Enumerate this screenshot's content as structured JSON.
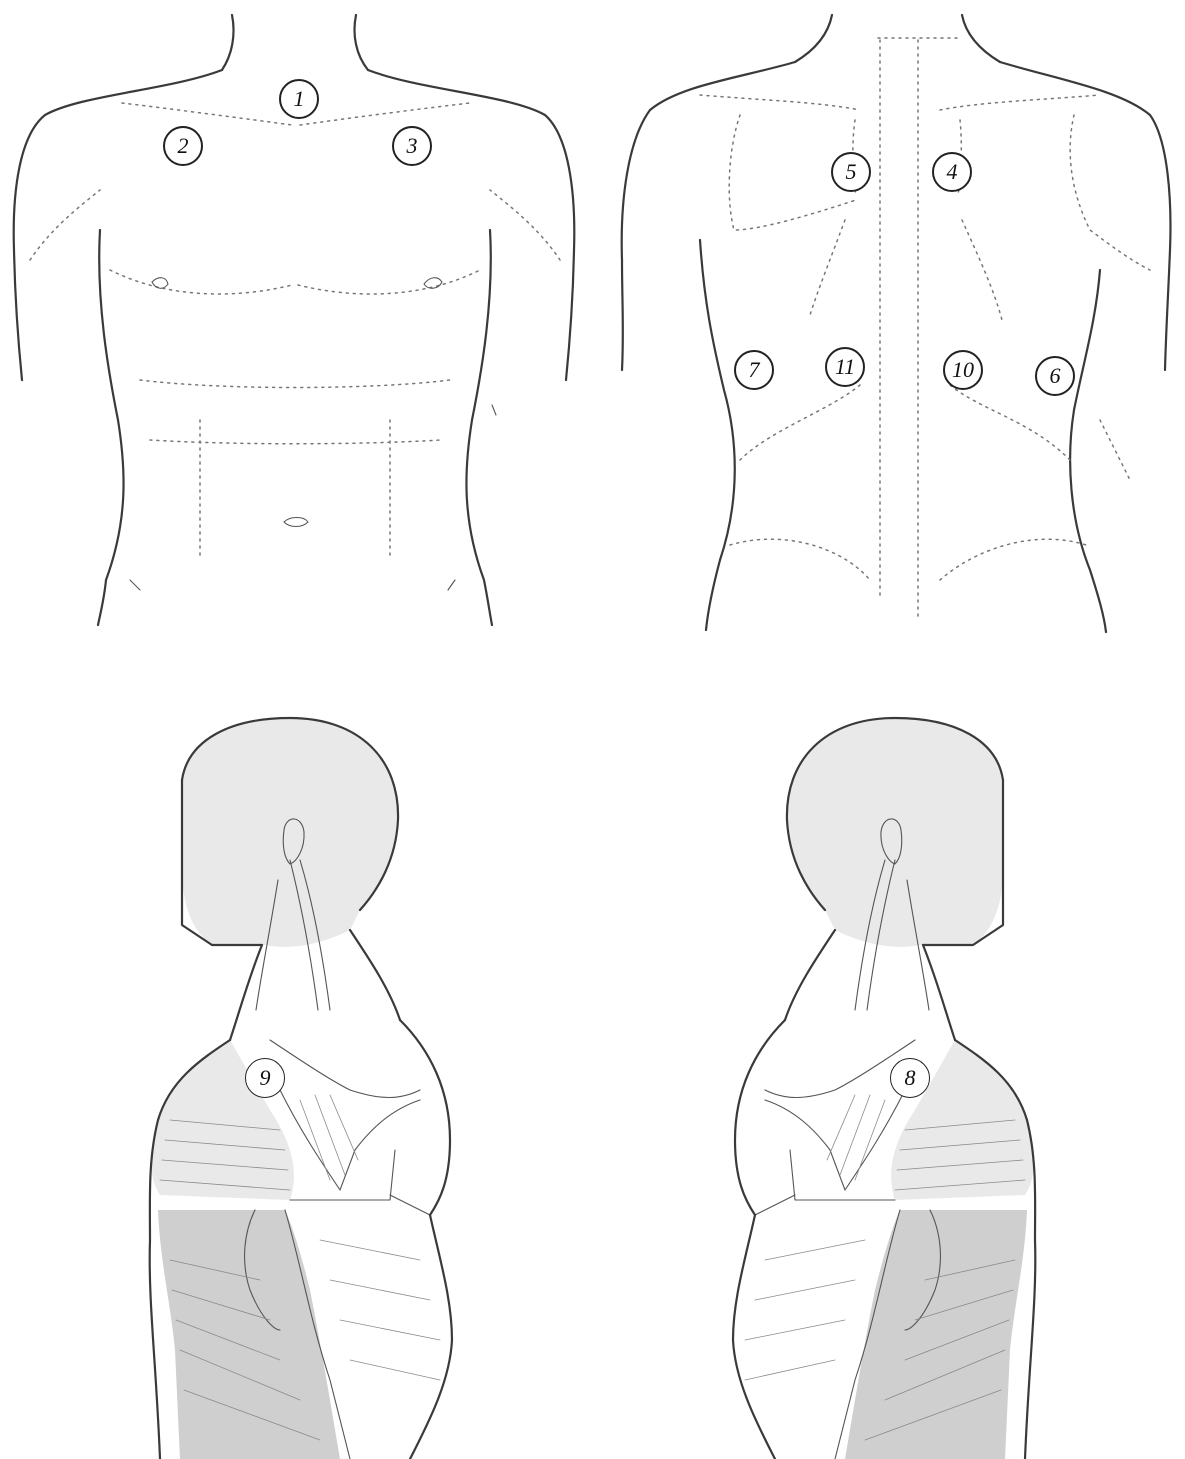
{
  "markers": {
    "m1": "1",
    "m2": "2",
    "m3": "3",
    "m4": "4",
    "m5": "5",
    "m6": "6",
    "m7": "7",
    "m8": "8",
    "m9": "9",
    "m10": "10",
    "m11": "11"
  },
  "colors": {
    "line": "#3a3a3a",
    "marker_border": "#222222",
    "background": "#ffffff"
  }
}
